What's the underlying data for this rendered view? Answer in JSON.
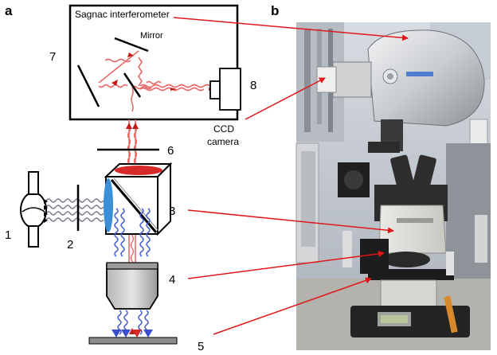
{
  "panels": {
    "a": {
      "letter": "a"
    },
    "b": {
      "letter": "b"
    }
  },
  "labels": {
    "interferometer_title": "Sagnac interferometer",
    "mirror": "Mirror",
    "ccd_line1": "CCD",
    "ccd_line2": "camera",
    "n1": "1",
    "n2": "2",
    "n3": "3",
    "n4": "4",
    "n5": "5",
    "n6": "6",
    "n7": "7",
    "n8": "8"
  },
  "colors": {
    "annotation_arrow": "#e0181a",
    "red_beam": "#e86a6a",
    "blue_beam": "#4a5ecf",
    "filter_red": "#d62a2a",
    "filter_blue": "#3a8fd8",
    "photo_background": "#c8ced6"
  }
}
